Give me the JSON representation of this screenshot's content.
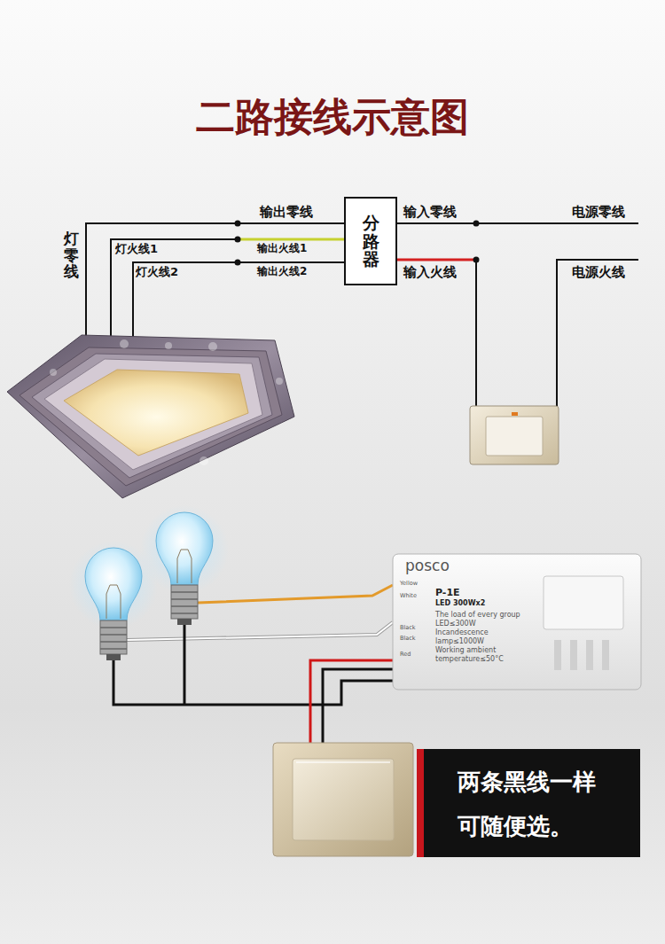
{
  "diagram": {
    "title": "二路接线示意图",
    "nodes": [
      {
        "text": [
          "分路器"
        ]
      },
      {
        "text": [
          "posco",
          "P-1E",
          "LED 300Wx2",
          "The load of every group",
          "LED≤300W",
          "Incandescence",
          "lamp≤1000W",
          "Working ambient",
          "temperature≤50°C",
          "Yellow",
          "White",
          "Black",
          "Black",
          "Red"
        ]
      },
      {
        "text": [
          "两条黑线一样 可随便选。"
        ]
      }
    ],
    "labels": [
      "灯零线",
      "灯火线1",
      "灯火线2",
      "输出零线",
      "输出火线1",
      "输出火线2",
      "输入零线",
      "输入火线",
      "电源零线",
      "电源火线"
    ]
  }
}
